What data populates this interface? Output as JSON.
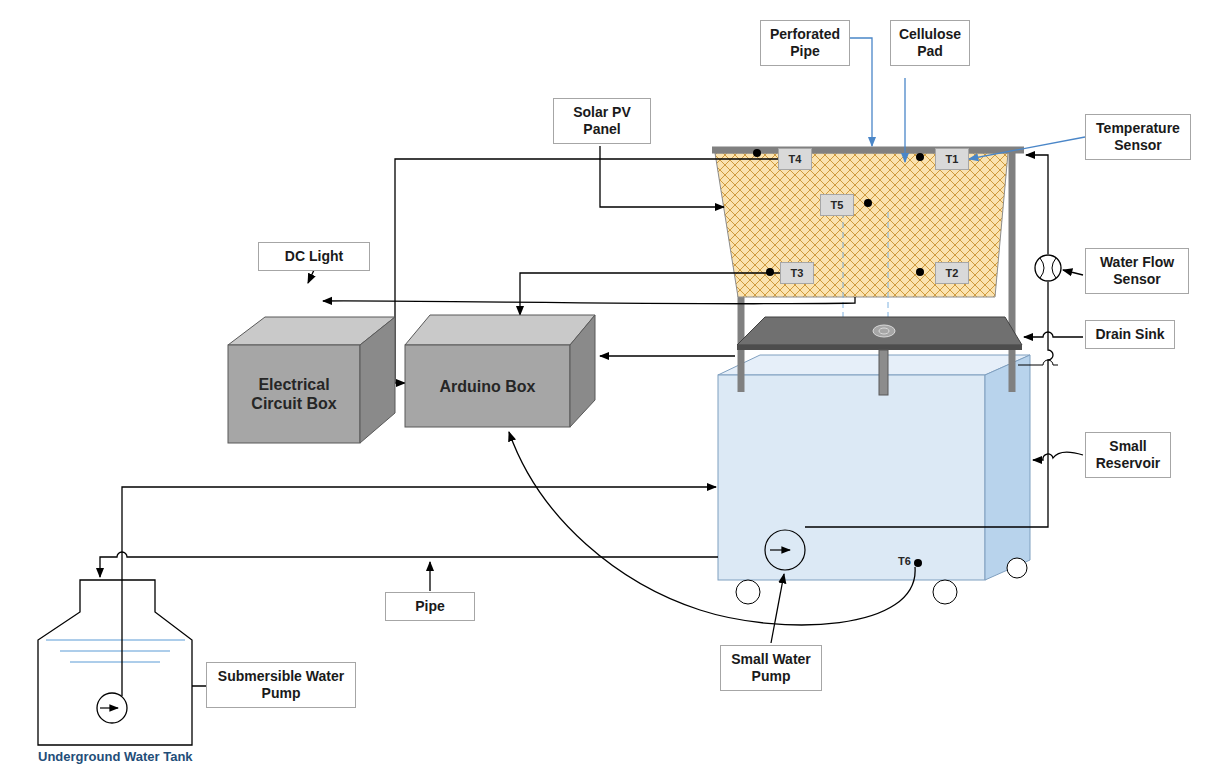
{
  "diagram": {
    "nodes": [
      {
        "text": [
          "Perforated Pipe"
        ]
      },
      {
        "text": [
          "Cellulose Pad"
        ]
      },
      {
        "text": [
          "Solar PV Panel"
        ]
      },
      {
        "text": [
          "Temperature Sensor"
        ]
      },
      {
        "text": [
          "T4"
        ]
      },
      {
        "text": [
          "T1"
        ]
      },
      {
        "text": [
          "T5"
        ]
      },
      {
        "text": [
          "T3"
        ]
      },
      {
        "text": [
          "T2"
        ]
      },
      {
        "text": [
          "DC Light"
        ]
      },
      {
        "text": [
          "Water Flow Sensor"
        ]
      },
      {
        "text": [
          "Electrical Circuit Box"
        ]
      },
      {
        "text": [
          "Arduino Box"
        ]
      },
      {
        "text": [
          "Drain Sink"
        ]
      },
      {
        "text": [
          "Small Reservoir"
        ]
      },
      {
        "text": [
          "Pipe"
        ]
      },
      {
        "text": [
          "Submersible Water Pump"
        ]
      },
      {
        "text": [
          "Small Water Pump"
        ]
      }
    ],
    "edges": [
      {
        "from": 3,
        "to": 5,
        "arrow": "to"
      },
      {
        "from": 4,
        "to": 12,
        "arrow": "to"
      },
      {
        "from": 7,
        "to": 12,
        "arrow": "to"
      }
    ],
    "labels": [
      "T6",
      "Underground Water Tank"
    ]
  }
}
